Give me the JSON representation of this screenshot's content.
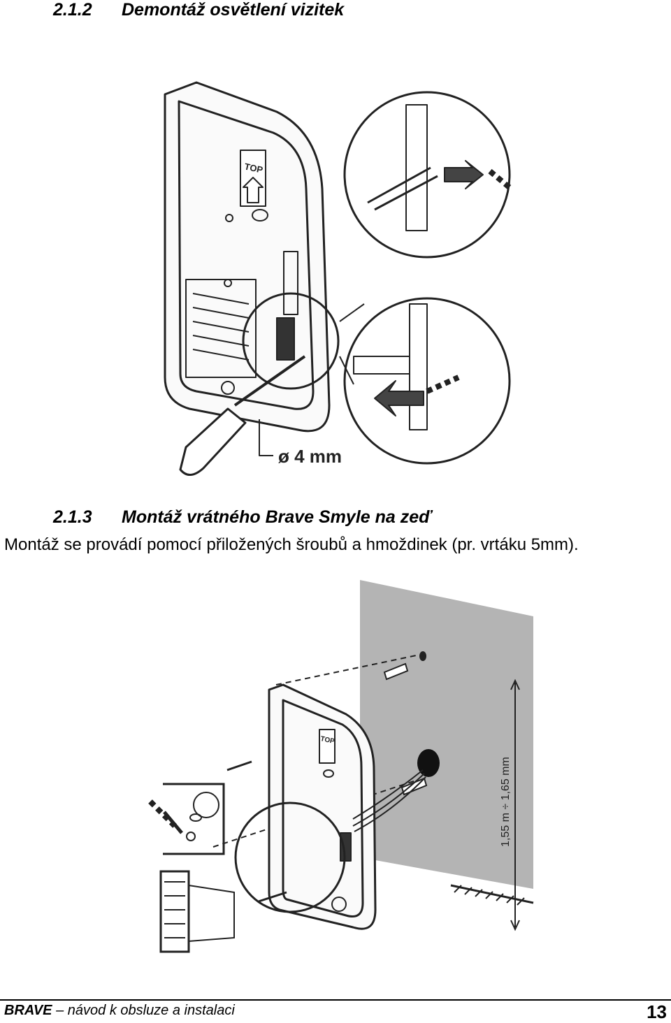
{
  "section_212": {
    "number": "2.1.2",
    "title": "Demontáž osvětlení vizitek"
  },
  "figure1": {
    "label_diameter": "ø 4 mm",
    "label_top": "TOP"
  },
  "section_213": {
    "number": "2.1.3",
    "title": "Montáž  vrátného Brave Smyle na zeď"
  },
  "paragraph": "Montáž se provádí pomocí přiložených šroubů a hmoždinek (pr. vrtáku 5mm).",
  "figure2": {
    "label_height": "1,55 m ÷ 1,65 mm",
    "label_top": "TOP"
  },
  "footer": {
    "brand": "BRAVE",
    "rest": " – návod k obsluze a instalaci",
    "page": "13"
  }
}
